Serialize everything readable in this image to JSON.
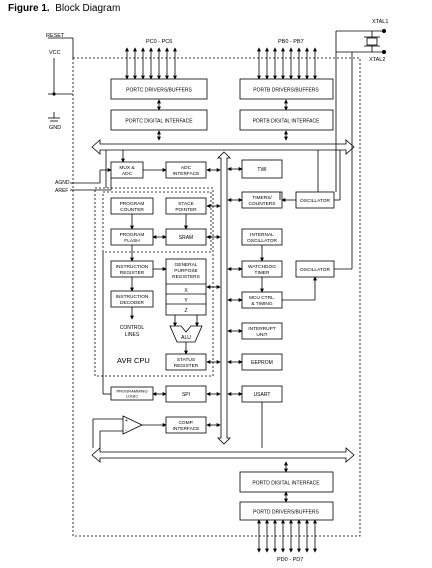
{
  "figure": {
    "number": "Figure 1.",
    "title": "Block Diagram"
  },
  "pins": {
    "reset": "RESET",
    "vcc": "VCC",
    "gnd": "GND",
    "agnd": "AGND",
    "aref": "AREF",
    "xtal1": "XTAL1",
    "xtal2": "XTAL2",
    "pc": "PC0 - PC6",
    "pb": "PB0 - PB7",
    "pd": "PD0 - PD7"
  },
  "blocks": {
    "portc_drivers": "PORTC DRIVERS/BUFFERS",
    "portc_digital": "PORTC DIGITAL INTERFACE",
    "portb_drivers": "PORTB DRIVERS/BUFFERS",
    "portb_digital": "PORTB DIGITAL INTERFACE",
    "mux_adc": [
      "MUX &",
      "ADC"
    ],
    "adc_interface": [
      "ADC",
      "INTERFACE"
    ],
    "twi": "TWI",
    "timers": [
      "TIMERS/",
      "COUNTERS"
    ],
    "oscillator_top": "OSCILLATOR",
    "oscillator_mid": "OSCILLATOR",
    "program_counter": [
      "PROGRAM",
      "COUNTER"
    ],
    "stack_pointer": [
      "STACK",
      "POINTER"
    ],
    "program_flash": [
      "PROGRAM",
      "FLASH"
    ],
    "sram": "SRAM",
    "internal_osc": [
      "INTERNAL",
      "OSCILLATOR"
    ],
    "instruction_register": [
      "INSTRUCTION",
      "REGISTER"
    ],
    "gp_registers": [
      "GENERAL",
      "PURPOSE",
      "REGISTERS"
    ],
    "reg_x": "X",
    "reg_y": "Y",
    "reg_z": "Z",
    "instruction_decoder": [
      "INSTRUCTION",
      "DECODER"
    ],
    "watchdog": [
      "WATCHDOG",
      "TIMER"
    ],
    "mcu_ctrl": [
      "MCU CTRL.",
      "& TIMING"
    ],
    "control_lines": [
      "CONTROL",
      "LINES"
    ],
    "alu": "ALU",
    "interrupt_unit": [
      "INTERRUPT",
      "UNIT"
    ],
    "avr_cpu": "AVR CPU",
    "status_register": [
      "STATUS",
      "REGISTER"
    ],
    "eeprom": "EEPROM",
    "programming_logic": [
      "PROGRAMMING",
      "LOGIC"
    ],
    "spi": "SPI",
    "usart": "USART",
    "comp_interface": [
      "COMP.",
      "INTERFACE"
    ],
    "portd_digital": "PORTD DIGITAL INTERFACE",
    "portd_drivers": "PORTD DRIVERS/BUFFERS"
  },
  "comparator_signs": {
    "plus": "+",
    "minus": "-"
  }
}
